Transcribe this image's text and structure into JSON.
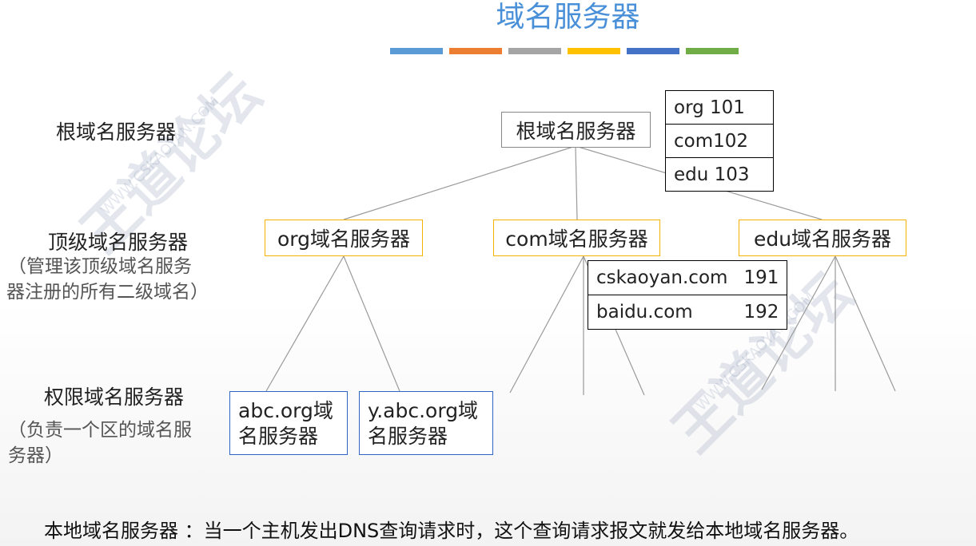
{
  "title": "域名服务器",
  "color_bars": [
    "#5b9bd5",
    "#ed7d31",
    "#a5a5a5",
    "#ffc000",
    "#4472c4",
    "#70ad47"
  ],
  "levels": {
    "root": "根域名服务器",
    "top": "顶级域名服务器",
    "top_note_1": "（管理该顶级域名服务",
    "top_note_2": "器注册的所有二级域名）",
    "auth": "权限域名服务器",
    "auth_note_1": "（负责一个区的域名服",
    "auth_note_2": "务器）"
  },
  "nodes": {
    "root": "根域名服务器",
    "org": "org域名服务器",
    "com": "com域名服务器",
    "edu": "edu域名服务器",
    "abc_1": "abc.org域",
    "abc_2": "名服务器",
    "yabc_1": "y.abc.org域",
    "yabc_2": "名服务器"
  },
  "root_records": [
    "org 101",
    "com102",
    "edu 103"
  ],
  "com_records": [
    {
      "name": "cskaoyan.com",
      "value": "191"
    },
    {
      "name": "baidu.com",
      "value": "192"
    }
  ],
  "footer": "本地域名服务器 ：当一个主机发出DNS查询请求时，这个查询请求报文就发给本地域名服务器。",
  "watermark": {
    "brand": "王道论坛",
    "site": "WWW.CSKAOYAN.COM"
  }
}
